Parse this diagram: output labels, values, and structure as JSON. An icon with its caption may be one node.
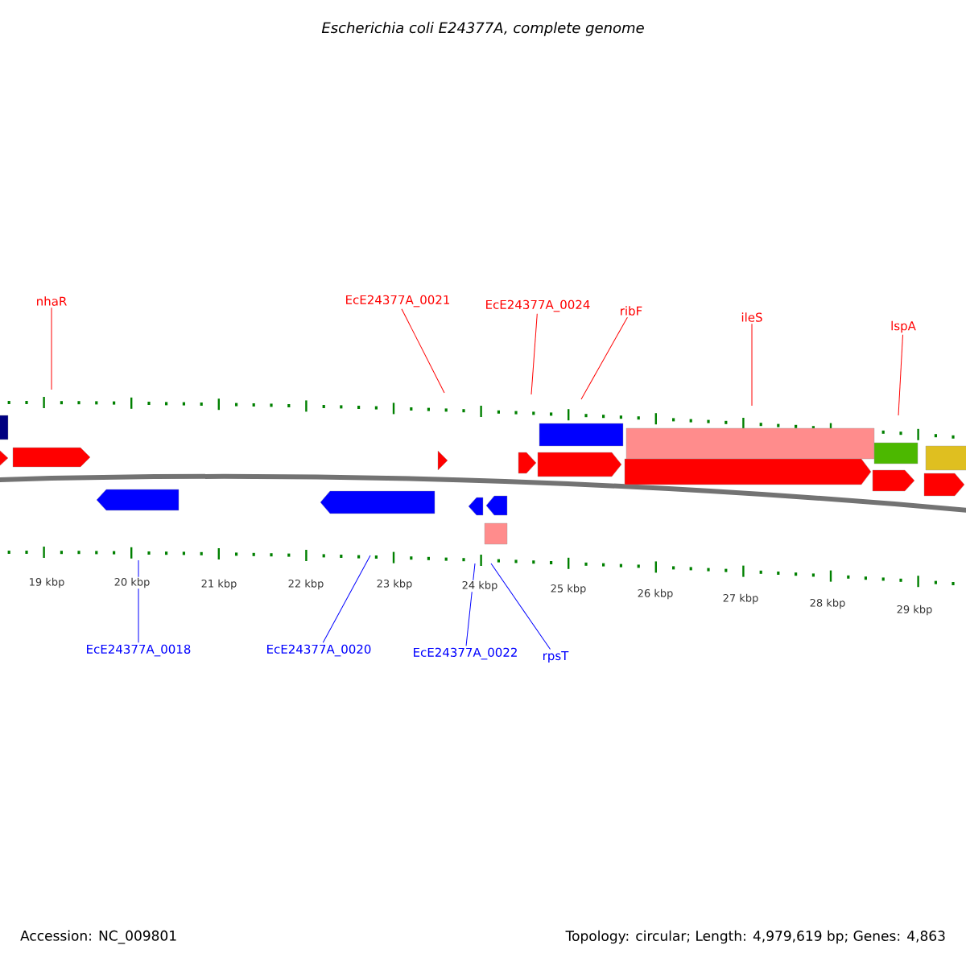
{
  "diagram": {
    "title": "Escherichia coli E24377A, complete genome",
    "nodes": [
      {
        "text": [
          "nhaR"
        ]
      },
      {
        "text": [
          "EcE24377A_0021"
        ]
      },
      {
        "text": [
          "EcE24377A_0024"
        ]
      },
      {
        "text": [
          "ribF"
        ]
      },
      {
        "text": [
          "ileS"
        ]
      },
      {
        "text": [
          "lspA"
        ]
      },
      {
        "text": [
          "EcE24377A_0018"
        ]
      },
      {
        "text": [
          "EcE24377A_0020"
        ]
      },
      {
        "text": [
          "EcE24377A_0022"
        ]
      },
      {
        "text": [
          "rpsT"
        ]
      }
    ],
    "edges": [
      {
        "from": 0,
        "to": null,
        "arrow": "none"
      },
      {
        "from": 1,
        "to": null,
        "arrow": "none"
      },
      {
        "from": 2,
        "to": null,
        "arrow": "none"
      },
      {
        "from": 3,
        "to": null,
        "arrow": "none"
      },
      {
        "from": 4,
        "to": null,
        "arrow": "none"
      },
      {
        "from": 5,
        "to": null,
        "arrow": "none"
      },
      {
        "from": 6,
        "to": null,
        "arrow": "none",
        "color": "#0000ff"
      },
      {
        "from": 7,
        "to": null,
        "arrow": "none",
        "color": "#0000ff"
      },
      {
        "from": 8,
        "to": null,
        "arrow": "none",
        "color": "#0000ff"
      },
      {
        "from": 9,
        "to": null,
        "arrow": "none",
        "color": "#0000ff"
      }
    ],
    "labels": [
      "19 kbp",
      "20 kbp",
      "21 kbp",
      "22 kbp",
      "23 kbp",
      "24 kbp",
      "25 kbp",
      "26 kbp",
      "27 kbp",
      "28 kbp",
      "29 kbp",
      "Accession: NC_009801",
      "Topology: circular; Length: 4,979,619 bp; Genes: 4,863"
    ]
  }
}
